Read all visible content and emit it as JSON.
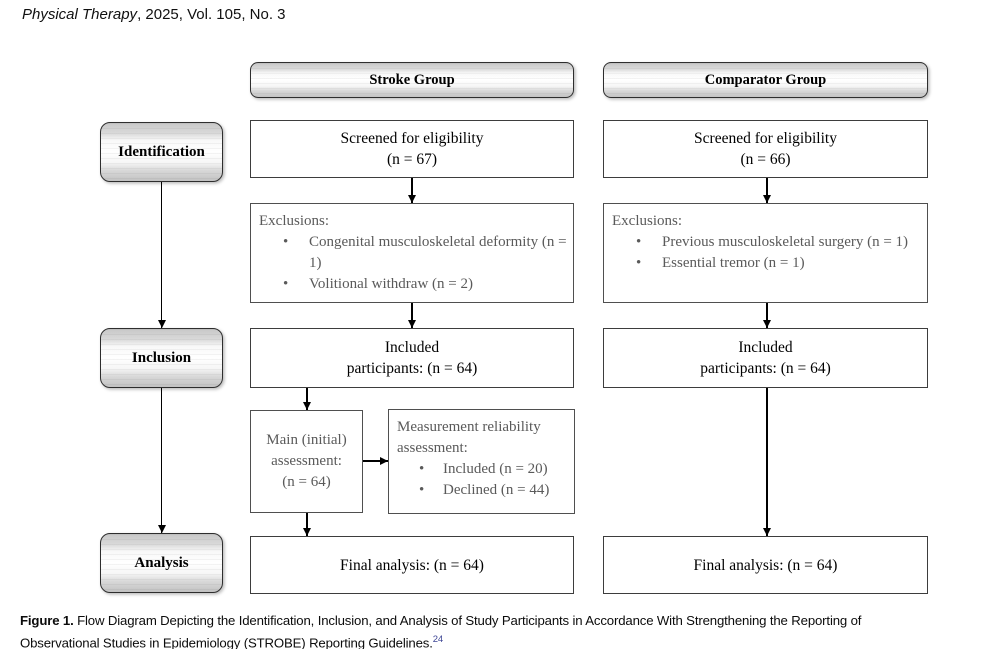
{
  "journal_line": {
    "title": "Physical Therapy",
    "rest": ", 2025, Vol. 105, No. 3"
  },
  "stages": [
    {
      "label": "Identification"
    },
    {
      "label": "Inclusion"
    },
    {
      "label": "Analysis"
    }
  ],
  "groups": [
    {
      "header": "Stroke Group",
      "screened_line1": "Screened for eligibility",
      "screened_line2": "(n = 67)",
      "exclusions_label": "Exclusions:",
      "exclusions": [
        "Congenital musculoskeletal deformity (n = 1)",
        "Volitional withdraw (n = 2)"
      ],
      "included_line1": "Included",
      "included_line2": "participants: (n = 64)",
      "final_label": "Final analysis: (n = 64)"
    },
    {
      "header": "Comparator Group",
      "screened_line1": "Screened for eligibility",
      "screened_line2": "(n = 66)",
      "exclusions_label": "Exclusions:",
      "exclusions": [
        "Previous musculoskeletal surgery (n = 1)",
        "Essential tremor (n = 1)"
      ],
      "included_line1": "Included",
      "included_line2": "participants: (n = 64)",
      "final_label": "Final analysis: (n = 64)"
    }
  ],
  "main_assessment": {
    "line1": "Main (initial)",
    "line2": "assessment:",
    "line3": "(n = 64)"
  },
  "reliability_assessment": {
    "line1": "Measurement reliability",
    "line2": "assessment:",
    "items": [
      "Included (n = 20)",
      "Declined (n = 44)"
    ]
  },
  "caption": {
    "label": "Figure 1.",
    "line1": "Flow Diagram Depicting the Identification, Inclusion, and Analysis of Study Participants in Accordance With Strengthening the Reporting of",
    "line2": "Observational Studies in Epidemiology (STROBE) Reporting Guidelines.",
    "reference": "24"
  },
  "colors": {
    "muted_text": "#5a5a5a",
    "reference_link": "#3f4796",
    "box_border": "#3d3d3d"
  }
}
